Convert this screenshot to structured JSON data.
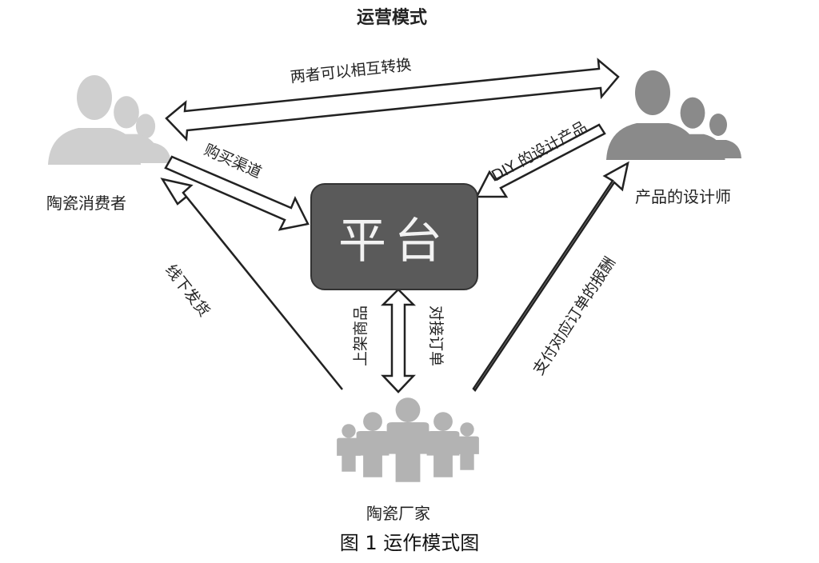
{
  "title": "运营模式",
  "caption": "图 1   运作模式图",
  "nodes": {
    "platform": "平台",
    "consumer": "陶瓷消费者",
    "designer": "产品的设计师",
    "manufacturer": "陶瓷厂家"
  },
  "arrows": {
    "mutual": "两者可以相互转换",
    "purchase": "购买渠道",
    "diy": "DIY 的设计产品",
    "offline": "线下发货",
    "list_products": "上架商品",
    "accept_orders": "对接订单",
    "pay": "支付对应订单的报酬"
  },
  "colors": {
    "platform_fill": "#5a5a5a",
    "consumer_figure": "#cfcfcf",
    "designer_figure": "#8a8a8a",
    "manufacturer_figure": "#b3b3b3"
  }
}
